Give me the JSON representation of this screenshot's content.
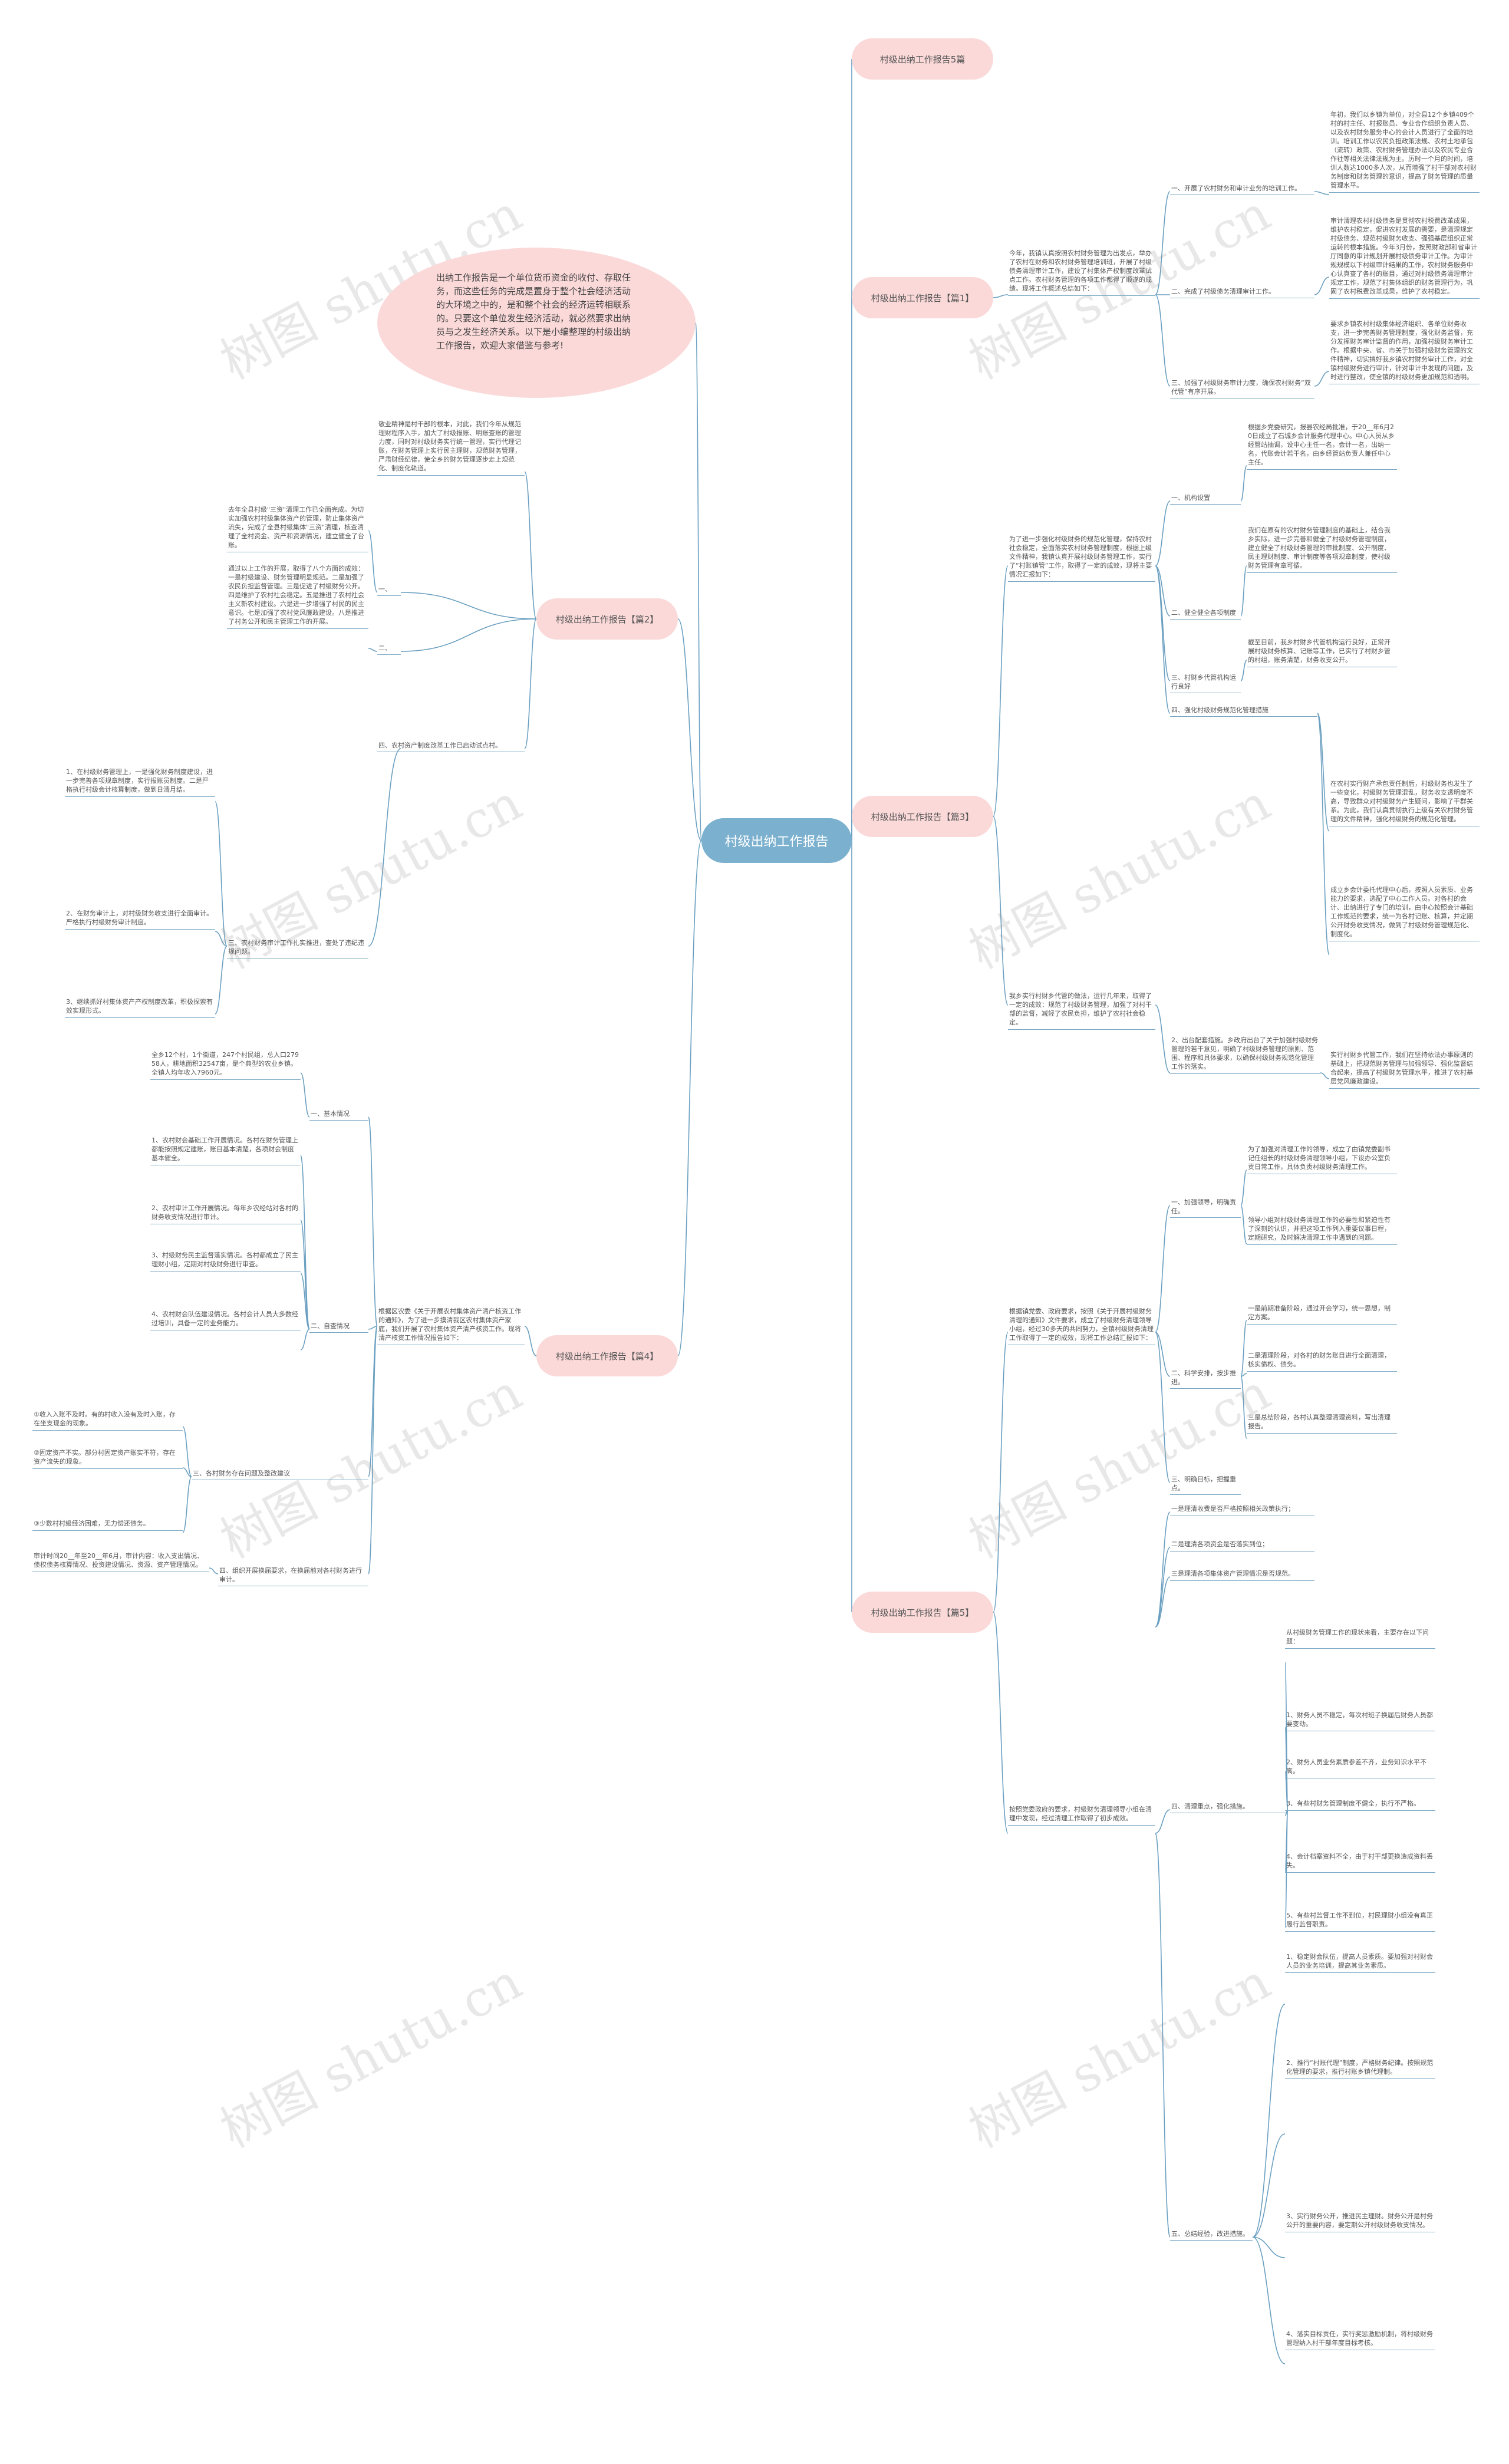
{
  "center": "村级出纳工作报告",
  "summary": "出纳工作报告是一个单位货币资金的收付、存取任务，而这些任务的完成是置身于整个社会经济活动的大环境之中的，是和整个社会的经济运转相联系的。只要这个单位发生经济活动，就必然要求出纳员与之发生经济关系。以下是小编整理的村级出纳工作报告，欢迎大家借鉴与参考!",
  "branches": {
    "b5": "村级出纳工作报告5篇",
    "b1": "村级出纳工作报告【篇1】",
    "b2": "村级出纳工作报告【篇2】",
    "b3": "村级出纳工作报告【篇3】",
    "b4": "村级出纳工作报告【篇4】",
    "b5b": "村级出纳工作报告【篇5】"
  },
  "p1": {
    "intro": "今年，我镇认真按照农村财务管理为出发点，举办了农村在财务和农村财务管理培训班，开展了村级债务清理审计工作，建设了村集体产权制度改革试点工作。农村财务管理的各项工作都得了顺遂的成绩。现将工作概述总结如下：",
    "s1": "一、开展了农村财务和审计业务的培训工作。",
    "t1": "年初，我们以乡镇为单位，对全县12个乡镇409个村的村主任、村报账员、专业合作组织负责人员、以及农村财务服务中心的会计人员进行了全面的培训。培训工作以农民负担政策法规、农村土地承包（流转）政策、农村财务管理办法以及农民专业合作社等相关法律法规为主。历时一个月的时间，培训人数达1000多人次，从而增强了村干部对农村财务制度和财务管理的意识，提高了财务管理的质量管理水平。",
    "s2": "二、完成了村级债务清理审计工作。",
    "t2": "审计清理农村村级债务是贯彻农村税费改革成果，维护农村稳定，促进农村发展的需要，是清理规定村级债务、规范村级财务收支、强强基层组织正常运转的根本措施。今年3月份，按照财政部和省审计厅同意的审计规划开展村级债务审计工作。为审计规规模以下村级审计结果的工作，农村财务服务中心认真查了各村的账目，通过对村级债务清理审计规定工作，规范了村集体组织的财务管理行为，巩固了农村税费改革成果，维护了农村稳定。",
    "s3": "三、加强了村级财务审计力度，确保农村财务“双代管”有序开展。",
    "t3": "要求乡镇农村村级集体经济组织、各单位财务收支，进一步完善财务管理制度，强化财务监督，充分发挥财务审计监督的作用，加强村级财务审计工作。根据中央、省、市关于加强村级财务管理的文件精神，切实搞好我乡镇农村财务审计工作，对全镇村级财务进行审计，针对审计中发现的问题，及时进行整改，使全镇的村级财务更加规范和透明。"
  },
  "p2": {
    "t0": "敬业精神是村干部的根本，对此，我们今年从规范理财程序入手，加大了村级报账、明账查账的管理力度，同时对村级财务实行统一管理，实行代理记账，在财务管理上实行民主理财，规范财务管理，严肃财经纪律，使全乡的财务管理逐步走上规范化、制度化轨道。",
    "s1": "一、",
    "t1": "去年全县村级\"三资\"清理工作已全面完成。为切实加强农村村级集体资产的管理，防止集体资产流失，完成了全县村级集体\"三资\"清理，核查清理了全村资金、资产和资源情况，建立健全了台账。",
    "t2": "通过以上工作的开展，取得了八个方面的成效：一是村级建设、财务管理明显规范。二是加强了农民负担监督管理。三是促进了村级财务公开。四是维护了农村社会稳定。五是推进了农村社会主义新农村建设。六是进一步增强了村民的民主意识。七是加强了农村党风廉政建设。八是推进了村务公开和民主管理工作的开展。",
    "s2": "二、",
    "s4": "四、农村资产制度改革工作已启动试点村。",
    "c1": "1、在村级财务管理上，一是强化财务制度建设，进一步完善各项规章制度，实行报账员制度。二是严格执行村级会计核算制度，做到日清月结。",
    "c2": "2、在财务审计上，对村级财务收支进行全面审计。严格执行村级财务审计制度。",
    "c3": "3、继续抓好村集体资产产权制度改革，积极探索有效实现形式。",
    "s3": "三、农村财务审计工作扎实推进，查处了违纪违规问题。"
  },
  "p3": {
    "intro": "为了进一步强化村级财务的规范化管理，保持农村社会稳定，全面落实农村财务管理制度，根据上级文件精神，我镇认真开展村级财务管理工作，实行了“村账镇管”工作，取得了一定的成效，现将主要情况汇报如下：",
    "s1": "一、机构设置",
    "t1": "根据乡党委研究，报县农经局批准，于20__年6月20日成立了石城乡会计服务代理中心。中心人员从乡经管站抽调，设中心主任一名，会计一名，出纳一名，代账会计若干名，由乡经管站负责人兼任中心主任。",
    "s2": "二、健全健全各项制度",
    "t2": "我们在原有的农村财务管理制度的基础上，结合我乡实际，进一步完善和健全了村级财务管理制度，建立健全了村级财务管理的审批制度、公开制度、民主理财制度、审计制度等各项规章制度，使村级财务管理有章可循。",
    "s3": "三、村财乡代管机构运行良好",
    "t3": "截至目前，我乡村财乡代管机构运行良好，正常开展村级财务核算、记账等工作，已实行了村财乡管的村组，账务清楚，财务收支公开。",
    "s4": "四、强化村级财务规范化管理措施",
    "t4": "在农村实行财产承包责任制后，村级财务也发生了一些变化，村级财务管理混乱，财务收支透明度不高，导致群众对村级财务产生疑问，影响了干群关系。为此，我们认真贯彻执行上级有关农村财务管理的文件精神，强化村级财务的规范化管理。",
    "t5": "成立乡会计委托代理中心后，按照人员素质、业务能力的要求，选配了中心工作人员。对各村的会计、出纳进行了专门的培训，由中心按照会计基础工作规范的要求，统一为各村记账、核算，并定期公开财务收支情况，做到了村级财务管理规范化、制度化。",
    "t6": "我乡实行村财乡代管的做法，运行几年来，取得了一定的成效：规范了村级财务管理，加强了对村干部的监督，减轻了农民负担，维护了农村社会稳定。",
    "t7": "2、出台配套措施。乡政府出台了关于加强村级财务管理的若干意见，明确了村级财务管理的原则、范围、程序和具体要求，以确保村级财务规范化管理工作的落实。",
    "t8": "实行村财乡代管工作，我们在坚持依法办事原则的基础上，把规范财务管理与加强领导、强化监督结合起来，提高了村级财务管理水平，推进了农村基层党风廉政建设。"
  },
  "p4": {
    "intro": "根据区农委《关于开展农村集体资产清产核资工作的通知》，为了进一步摸清我区农村集体资产家底，我们开展了农村集体资产清产核资工作。现将清产核资工作情况报告如下：",
    "s1": "一、基本情况",
    "t1": "全乡12个村，1个街道，247个村民组，总人口27958人，耕地面积32547亩，是个典型的农业乡镇。全镇人均年收入7960元。",
    "c1": "1、农村财会基础工作开展情况。各村在财务管理上都能按照规定建账，账目基本清楚，各项财会制度基本健全。",
    "c2": "2、农村审计工作开展情况。每年乡农经站对各村的财务收支情况进行审计。",
    "c3": "3、村级财务民主监督落实情况。各村都成立了民主理财小组，定期对村级财务进行审查。",
    "c4": "4、农村财会队伍建设情况。各村会计人员大多数经过培训，具备一定的业务能力。",
    "s2": "二、自查情况",
    "s3": "三、各村财务存在问题及整改建议",
    "q1": "①收入入账不及时。有的村收入没有及时入账，存在坐支现金的现象。",
    "q2": "②固定资产不实。部分村固定资产账实不符，存在资产流失的现象。",
    "q3": "③少数村村级经济困难，无力偿还债务。",
    "s4": "四、组织开展换届要求，在换届前对各村财务进行审计。",
    "t4": "审计时间20__年至20__年6月，审计内容：收入支出情况、债权债务核算情况、投资建设情况、资源、资产管理情况。"
  },
  "p5": {
    "intro": "根据镇党委、政府要求，按照《关于开展村级财务清理的通知》文件要求，成立了村级财务清理领导小组，经过30多天的共同努力，全镇村级财务清理工作取得了一定的成效，现将工作总结汇报如下：",
    "s1": "一、加强领导，明确责任。",
    "t1": "为了加强对清理工作的领导，成立了由镇党委副书记任组长的村级财务清理领导小组，下设办公室负责日常工作，具体负责村级财务清理工作。",
    "t2": "领导小组对村级财务清理工作的必要性和紧迫性有了深刻的认识，并把这项工作列入重要议事日程，定期研究，及时解决清理工作中遇到的问题。",
    "s2": "二、科学安排，按步推进。",
    "t3": "一是前期准备阶段，通过开会学习，统一思想，制定方案。",
    "t4": "二是清理阶段，对各村的财务账目进行全面清理，核实债权、债务。",
    "t5": "三是总结阶段，各村认真整理清理资料，写出清理报告。",
    "s3": "三、明确目标，把握重点。",
    "p1": "一是理清收费是否严格按照相关政策执行；",
    "p2": "二是理清各项资金是否落实到位；",
    "p3": "三是理清各项集体资产管理情况是否规范。",
    "intro2": "按照党委政府的要求，村级财务清理领导小组在清理中发现，经过清理工作取得了初步成效。",
    "s4": "四、清理重点，强化措施。",
    "r1": "从村级财务管理工作的现状来看，主要存在以下问题：",
    "r2": "1、财务人员不稳定，每次村班子换届后财务人员都要变动。",
    "r3": "2、财务人员业务素质参差不齐，业务知识水平不高。",
    "r4": "3、有些村财务管理制度不健全，执行不严格。",
    "r5": "4、会计档案资料不全，由于村干部更换造成资料丢失。",
    "r6": "5、有些村监督工作不到位，村民理财小组没有真正履行监督职责。",
    "s5": "五、总结经验，改进措施。",
    "e1": "1、稳定财会队伍，提高人员素质。要加强对村财会人员的业务培训，提高其业务素质。",
    "e2": "2、推行“村账代理”制度，严格财务纪律。按照规范化管理的要求，推行村账乡镇代理制。",
    "e3": "3、实行财务公开，推进民主理财。财务公开是村务公开的重要内容，要定期公开村级财务收支情况。",
    "e4": "4、落实目标责任，实行奖惩激励机制，将村级财务管理纳入村干部年度目标考核。"
  },
  "watermark": "树图 shutu.cn"
}
